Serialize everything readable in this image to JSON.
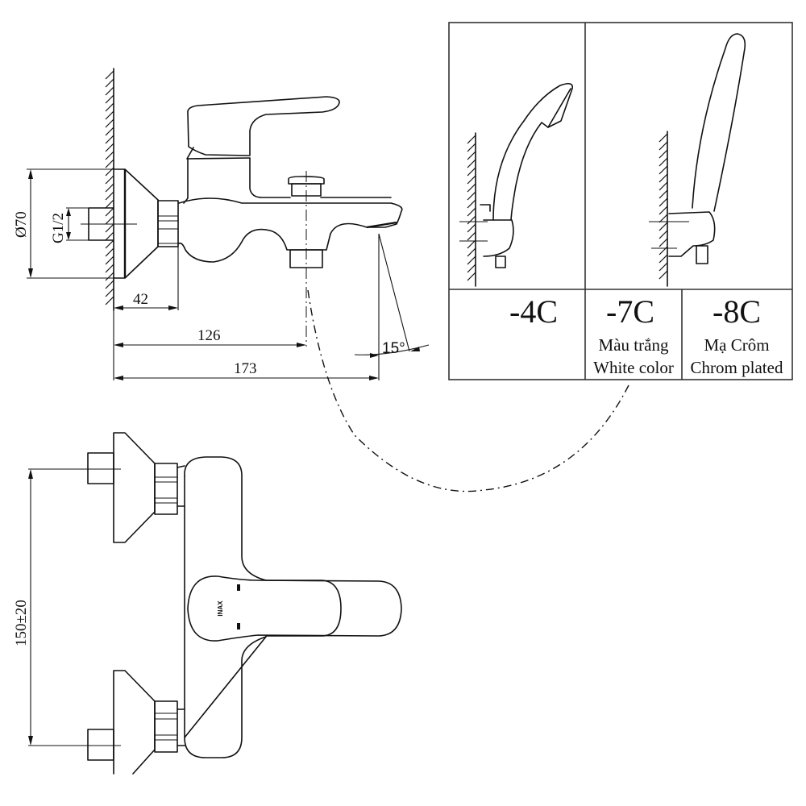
{
  "drawing": {
    "title": "Bath/shower mixer technical drawing",
    "brand_logo": "INAX",
    "dimensions": {
      "flange_diameter": "Ø70",
      "thread": "G1/2",
      "wall_to_nut": "42",
      "wall_to_diverter": "126",
      "wall_to_spout": "173",
      "spout_angle": "15°",
      "inlet_spacing": "150±20"
    },
    "variants": [
      {
        "code": "-4C",
        "name_vi": "",
        "name_en": ""
      },
      {
        "code": "-7C",
        "name_vi": "Màu trắng",
        "name_en": "White color"
      },
      {
        "code": "-8C",
        "name_vi": "Mạ Crôm",
        "name_en": "Chrom plated"
      }
    ],
    "colors": {
      "line": "#111111",
      "table_border": "#333333",
      "background": "#ffffff"
    }
  }
}
